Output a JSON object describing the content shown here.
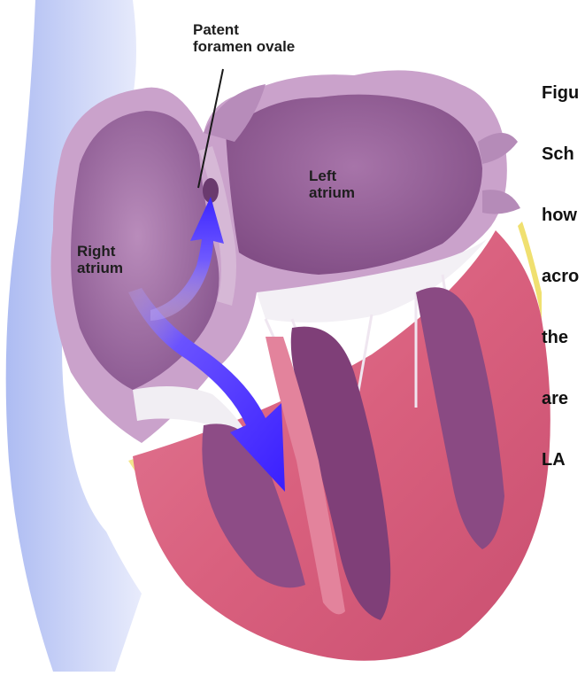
{
  "labels": {
    "patent_line1": "Patent",
    "patent_line2": "foramen ovale",
    "left_line1": "Left",
    "left_line2": "atrium",
    "right_line1": "Right",
    "right_line2": "atrium"
  },
  "caption_lines": [
    "Figu",
    "Sch",
    "how",
    "acro",
    "the",
    "are",
    "LA"
  ],
  "colors": {
    "muscle": "#d9607e",
    "muscle_light": "#ec93a8",
    "atrium_wall": "#c8a0c8",
    "atrium_inner": "#8e5a92",
    "chamber": "#7a3f73",
    "valve": "#f1eef3",
    "vena": "#b9c4f2",
    "arrow": "#4b2dff",
    "fat": "#f0e070"
  }
}
